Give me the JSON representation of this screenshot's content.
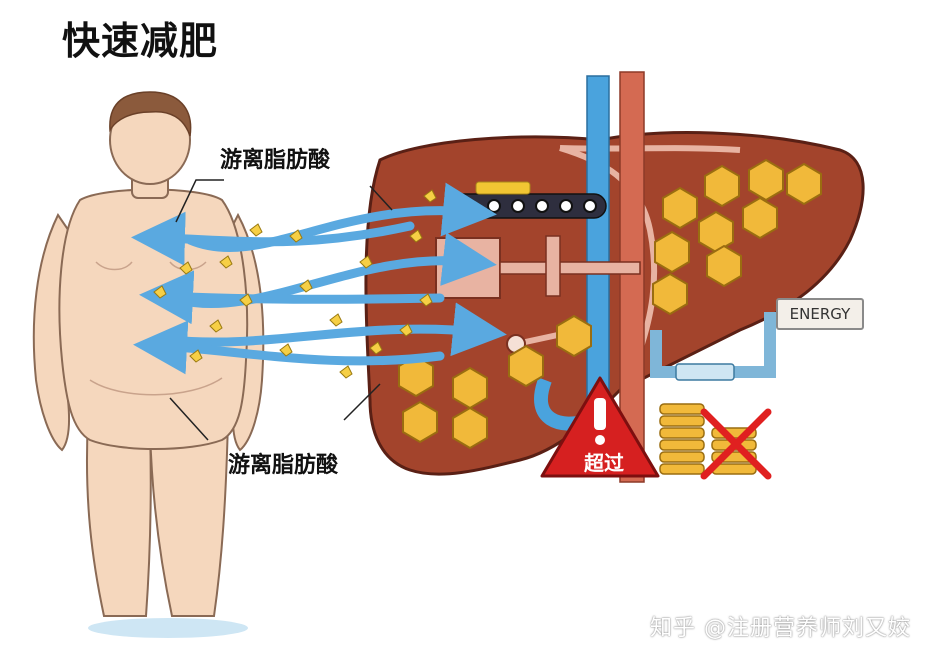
{
  "title": "快速减肥",
  "labels": {
    "fatty_acid_top": "游离脂肪酸",
    "fatty_acid_bottom": "游离脂肪酸",
    "energy": "ENERGY",
    "warning": "超过"
  },
  "watermark": "知乎 @注册营养师刘又姣",
  "colors": {
    "liver": "#a3442c",
    "liver_light": "#e8b3a2",
    "fat_cell": "#f1b93a",
    "arrow": "#5aa9e0",
    "body": "#f5d7bd",
    "vein_blue": "#4aa3dd",
    "vein_red": "#d46a52",
    "warning_red": "#d62020",
    "cross_red": "#e02020"
  }
}
